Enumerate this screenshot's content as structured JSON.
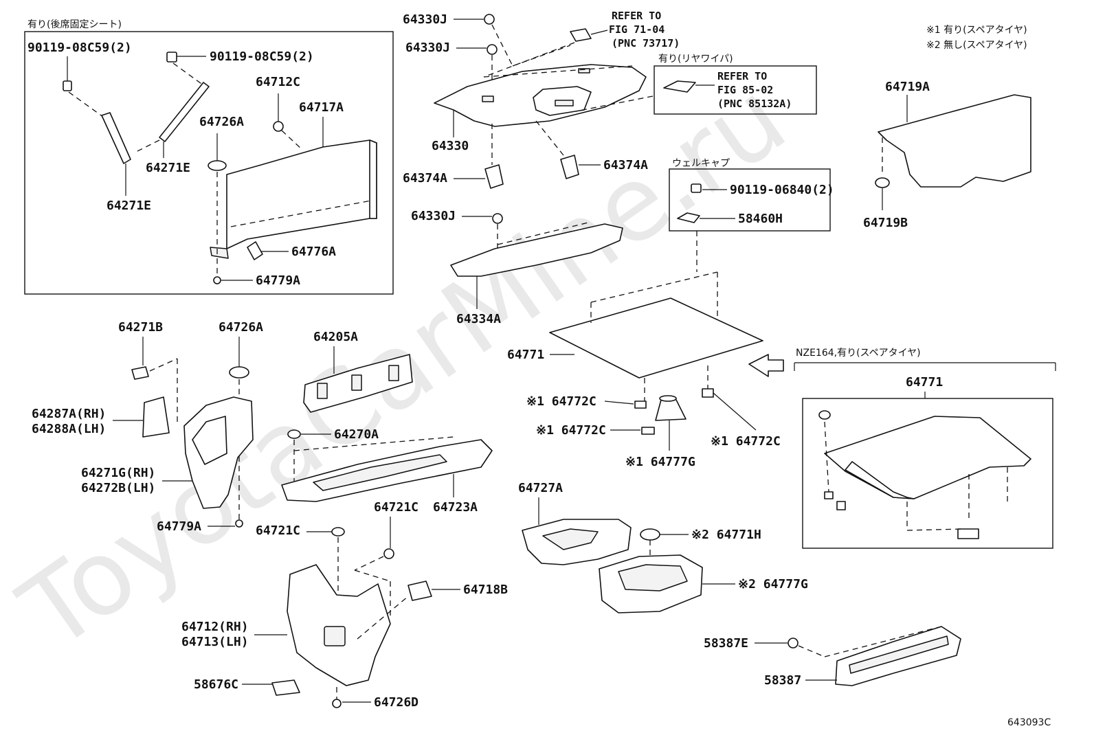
{
  "watermark": "ToyotaCarMine.ru",
  "figure_code": "643093C",
  "legend": {
    "note1": "※1 有り(スペアタイヤ)",
    "note2": "※2 無し(スペアタイヤ)"
  },
  "boxes": {
    "rear_seat_fixed": "有り(後席固定シート)",
    "rear_wiper": "有り(リヤワイパ)",
    "weld_cap": "ウェルキャプ",
    "nze164": "NZE164,有り(スペアタイヤ)"
  },
  "refs": {
    "ref_71_04": [
      "REFER TO",
      "FIG 71-04",
      "(PNC 73717)"
    ],
    "ref_85_02": [
      "REFER TO",
      "FIG 85-02",
      "(PNC 85132A)"
    ]
  },
  "labels": {
    "p90119_08C59_a": "90119-08C59(2)",
    "p90119_08C59_b": "90119-08C59(2)",
    "p64712C": "64712C",
    "p64717A": "64717A",
    "p64726A_top": "64726A",
    "p64271E_a": "64271E",
    "p64271E_b": "64271E",
    "p64776A": "64776A",
    "p64779A_top": "64779A",
    "p64330J_1": "64330J",
    "p64330J_2": "64330J",
    "p64330": "64330",
    "p64374A_l": "64374A",
    "p64374A_r": "64374A",
    "p64330J_3": "64330J",
    "p64334A": "64334A",
    "p64719A": "64719A",
    "p64719B": "64719B",
    "p90119_06840": "90119-06840(2)",
    "p58460H": "58460H",
    "p64771_main": "64771",
    "p64772C_1": "※1 64772C",
    "p64772C_2": "※1 64772C",
    "p64772C_3": "※1 64772C",
    "p64777G_1": "※1 64777G",
    "p64771_box": "64771",
    "p64271B": "64271B",
    "p64726A_mid": "64726A",
    "p64287A": "64287A(RH)",
    "p64288A": "64288A(LH)",
    "p64271G": "64271G(RH)",
    "p64272B": "64272B(LH)",
    "p64779A_mid": "64779A",
    "p64205A": "64205A",
    "p64270A": "64270A",
    "p64723A": "64723A",
    "p64721C_l": "64721C",
    "p64721C_r": "64721C",
    "p64718B": "64718B",
    "p64712": "64712(RH)",
    "p64713": "64713(LH)",
    "p58676C": "58676C",
    "p64726D": "64726D",
    "p64727A": "64727A",
    "p64771H": "※2 64771H",
    "p64777G_2": "※2 64777G",
    "p58387E": "58387E",
    "p58387": "58387"
  }
}
